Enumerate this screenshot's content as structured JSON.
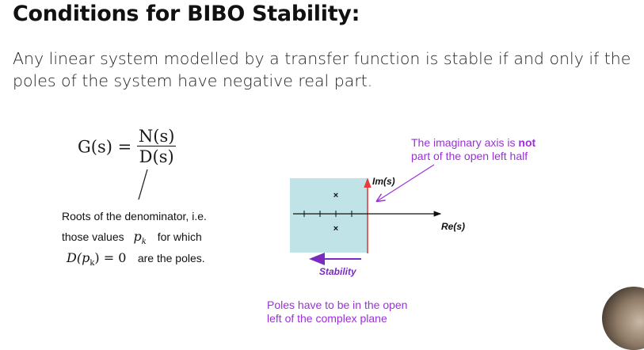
{
  "title": "Conditions for BIBO Stability:",
  "intro": "Any linear system modelled by a transfer function is stable if and only if the poles of the system have negative real part.",
  "formula": {
    "lhs": "G(s) =",
    "numerator": "N(s)",
    "denominator": "D(s)"
  },
  "roots": {
    "line1": "Roots of the denominator, i.e.",
    "line2_pre": "those values",
    "line2_var": "p",
    "line2_sub": "k",
    "line2_post": "for which",
    "line3_math": "D(p",
    "line3_sub": "k",
    "line3_math_end": ") = 0",
    "line3_post": "are the poles."
  },
  "plane": {
    "im_label": "Im(s)",
    "re_label": "Re(s)",
    "stability_label": "Stability",
    "region_color": "#bfe3e6",
    "imag_axis_color": "#e63c3c",
    "stability_color": "#7b2cbf"
  },
  "annotations": {
    "imag_axis_line1_pre": "The imaginary axis is ",
    "imag_axis_line1_bold": "not",
    "imag_axis_line2": "part of the open left half",
    "poles_line1": "Poles have to be in the open",
    "poles_line2": "left of the complex plane",
    "color": "#9b30d9"
  }
}
